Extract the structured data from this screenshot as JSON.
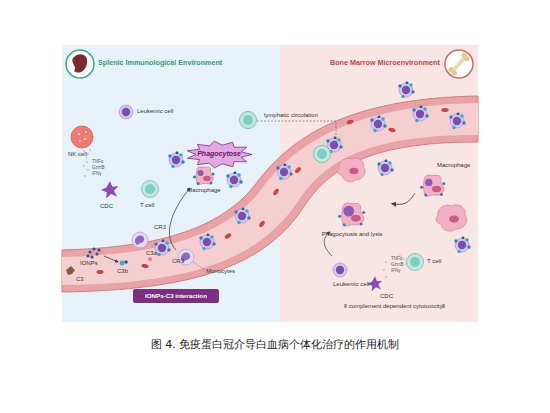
{
  "diagram": {
    "caption": "图 4. 免疫蛋白冠介导白血病个体化治疗的作用机制",
    "nodes": [
      {
        "text": [
          "Splenic Immunological Environment"
        ]
      },
      {
        "text": [
          "Bone Marrow Microenvironment"
        ]
      },
      {
        "text": [
          "Phagocytose"
        ],
        "in": 0
      },
      {
        "text": [
          "Macrophage"
        ],
        "in": 0
      },
      {
        "text": [
          "IONPs-C3 interaction"
        ],
        "in": 0
      },
      {
        "text": [
          "Macrophage"
        ],
        "in": 1
      },
      {
        "text": [
          "Phagocytosis and lysis"
        ],
        "in": 1
      }
    ],
    "edges": [
      {
        "from": 5,
        "to": 6,
        "arrow": "to"
      }
    ],
    "labels": [
      "Leukemic cell",
      "NK cell",
      "TNFα",
      "GzmB",
      "IFNγ",
      "CDC",
      "T cell",
      "CR3",
      "lymphatic circulation",
      "IONPs",
      "C3a",
      "C3",
      "C3b",
      "CR3",
      "Monocytes",
      "TNFα",
      "GzmB",
      "IFNγ",
      "T cell",
      "Leukemic cell",
      "CDC",
      "Ⅱ complement dependent cytotoxicityⅡ"
    ]
  }
}
